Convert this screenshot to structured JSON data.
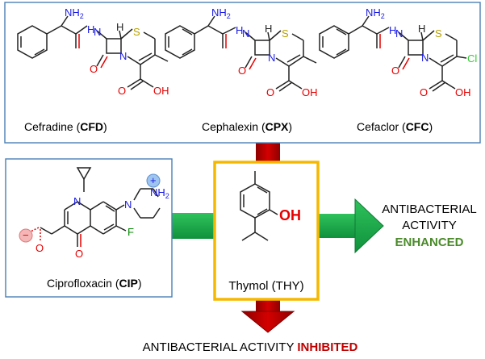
{
  "colors": {
    "box_border": "#4a7fb5",
    "thymol_border": "#f5b800",
    "arrow_red": "#c00000",
    "arrow_green": "#1aa64a",
    "arrow_green_dark": "#0e7a34",
    "enhanced": "#4a8a2a",
    "inhibited": "#c00000",
    "nitrogen": "#1a1ae6",
    "oxygen": "#e60000",
    "sulfur": "#b8a000",
    "chlorine": "#33cc33",
    "fluorine": "#008800",
    "plus_circle": "#9ec5f0",
    "minus_circle": "#f4b6b6"
  },
  "top_box": {
    "compounds": [
      {
        "name_prefix": "Cefradine (",
        "abbr": "CFD",
        "name_suffix": ")"
      },
      {
        "name_prefix": "Cephalexin (",
        "abbr": "CPX",
        "name_suffix": ")"
      },
      {
        "name_prefix": "Cefaclor (",
        "abbr": "CFC",
        "name_suffix": ")"
      }
    ]
  },
  "cip_box": {
    "name_prefix": "Ciprofloxacin (",
    "abbr": "CIP",
    "name_suffix": ")"
  },
  "thymol": {
    "label": "Thymol (THY)",
    "oh": "OH"
  },
  "outcome_right": {
    "line1": "ANTIBACTERIAL",
    "line2": "ACTIVITY",
    "line3": "ENHANCED"
  },
  "outcome_bottom": {
    "prefix": "ANTIBACTERIAL ACTIVITY ",
    "highlight": "INHIBITED"
  },
  "atoms": {
    "nh2": "NH₂",
    "nh": "H",
    "n": "N",
    "s": "S",
    "o": "O",
    "oh": "OH",
    "h": "H",
    "cl": "Cl",
    "f": "F",
    "plus": "+",
    "minus": "−"
  }
}
